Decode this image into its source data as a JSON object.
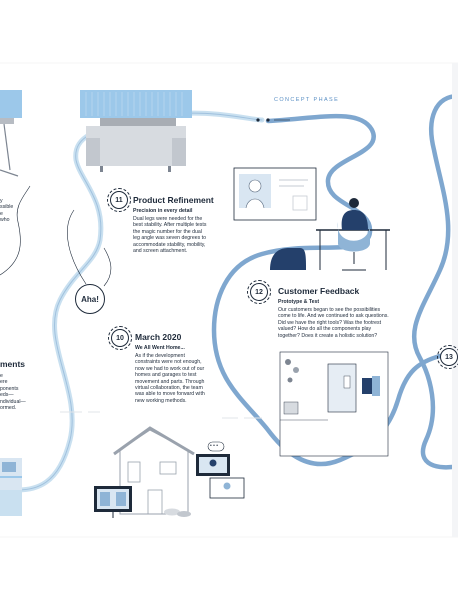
{
  "phase": {
    "label": "CONCEPT PHASE"
  },
  "aha": {
    "label": "Aha!"
  },
  "steps": [
    {
      "number": "11",
      "title": "Product Refinement",
      "subtitle": "Precision in every detail",
      "body": [
        "Dual legs were needed for the",
        "best stability. After multiple tests",
        "the magic number for the dual",
        "leg angle was seven degrees to",
        "accommodate stability, mobility,",
        "and screen attachment."
      ]
    },
    {
      "number": "10",
      "title": "March 2020",
      "subtitle": "We All Went Home...",
      "body": [
        "As if the development",
        "constraints were not enough,",
        "now we had to work out of our",
        "homes and garages to test",
        "movement and parts. Through",
        "virtual collaboration, the team",
        "was able to move forward with",
        "new working methods."
      ]
    },
    {
      "number": "12",
      "title": "Customer Feedback",
      "subtitle": "Prototype & Test",
      "body": [
        "Our customers began to see the possibilities",
        "come to life. And we continued to ask questions.",
        "Did we have the right tools? Was the footrest",
        "valued? How do all the components play",
        "together? Does it create a holistic solution?"
      ]
    },
    {
      "number": "13"
    }
  ],
  "left_fragments": {
    "top": [
      "y",
      "ssible",
      "e",
      "who"
    ],
    "title": "ments",
    "body": [
      "e",
      "ere",
      "ponents",
      "eds—",
      "ndividual—",
      "ormed."
    ]
  },
  "chat": {
    "label": "• • •"
  },
  "colors": {
    "path": "#8fb4d6",
    "path_light": "#c9e0f0",
    "ink": "#1e2a3a",
    "accent": "#5a8fc4",
    "navy": "#24406b"
  }
}
